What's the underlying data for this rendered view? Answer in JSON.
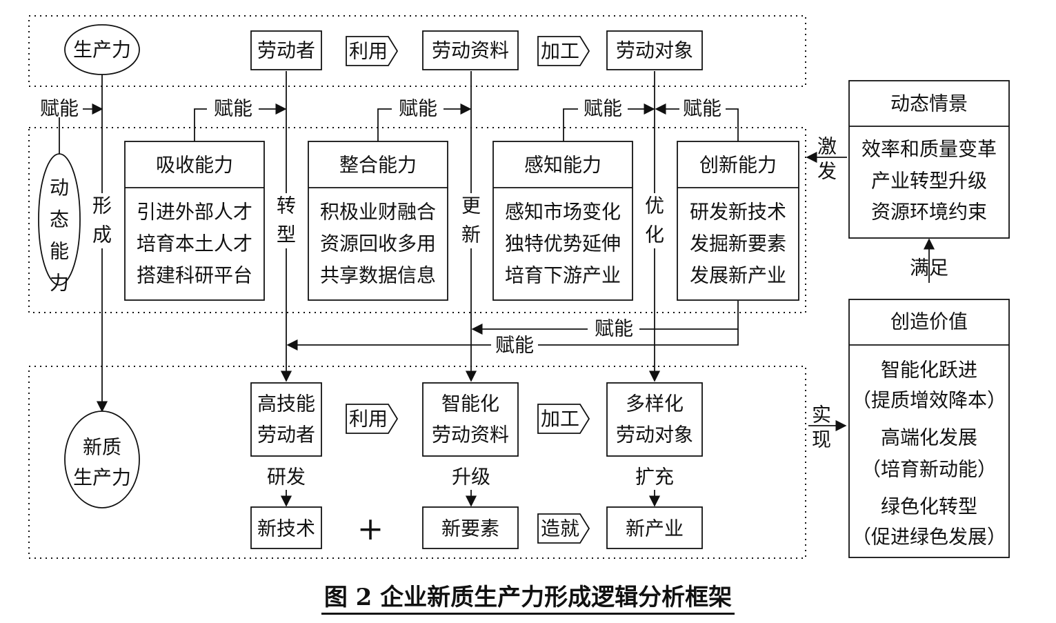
{
  "top": {
    "productivity": "生产力",
    "laborer": "劳动者",
    "use": "利用",
    "means": "劳动资料",
    "process": "加工",
    "object": "劳动对象"
  },
  "labels": {
    "empower": "赋能",
    "form": "形成",
    "transform": "转型",
    "update": "更新",
    "optimize": "优化",
    "stimulate": "激发",
    "realize": "实现",
    "satisfy": "满足",
    "develop": "研发",
    "upgrade": "升级",
    "expand": "扩充",
    "create": "造就",
    "plus": "+"
  },
  "dynamic_capability": "动态能力",
  "capabilities": [
    {
      "title": "吸收能力",
      "lines": [
        "引进外部人才",
        "培育本土人才",
        "搭建科研平台"
      ]
    },
    {
      "title": "整合能力",
      "lines": [
        "积极业财融合",
        "资源回收多用",
        "共享数据信息"
      ]
    },
    {
      "title": "感知能力",
      "lines": [
        "感知市场变化",
        "独特优势延伸",
        "培育下游产业"
      ]
    },
    {
      "title": "创新能力",
      "lines": [
        "研发新技术",
        "发掘新要素",
        "发展新产业"
      ]
    }
  ],
  "bottom": {
    "new_productivity": [
      "新质",
      "生产力"
    ],
    "laborer": [
      "高技能",
      "劳动者"
    ],
    "means": [
      "智能化",
      "劳动资料"
    ],
    "object": [
      "多样化",
      "劳动对象"
    ],
    "tech": "新技术",
    "elements": "新要素",
    "industry": "新产业"
  },
  "scenario": {
    "title": "动态情景",
    "lines": [
      "效率和质量变革",
      "产业转型升级",
      "资源环境约束"
    ]
  },
  "value": {
    "title": "创造价值",
    "lines": [
      "智能化跃进",
      "（提质增效降本）",
      "高端化发展",
      "（培育新动能）",
      "绿色化转型",
      "（促进绿色发展）"
    ]
  },
  "caption": "图 2  企业新质生产力形成逻辑分析框架"
}
